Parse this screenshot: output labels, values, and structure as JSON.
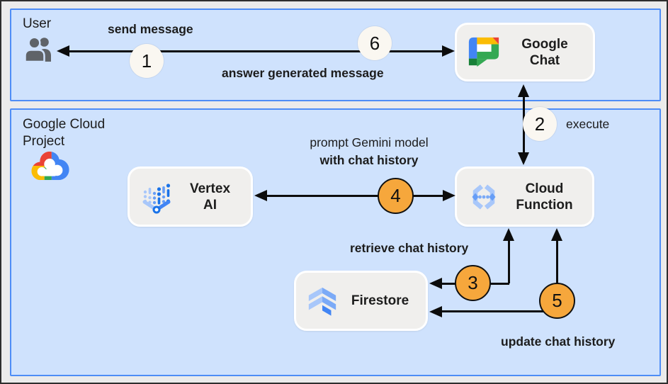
{
  "diagram": {
    "zones": {
      "user": {
        "label": "User"
      },
      "gcp": {
        "line1": "Google Cloud",
        "line2": "Project"
      }
    },
    "nodes": {
      "google_chat": {
        "line1": "Google",
        "line2": "Chat"
      },
      "vertex_ai": {
        "line1": "Vertex",
        "line2": "AI"
      },
      "cloud_function": {
        "line1": "Cloud",
        "line2": "Function"
      },
      "firestore": {
        "label": "Firestore"
      }
    },
    "steps": {
      "s1": {
        "num": "1",
        "label": "send message"
      },
      "s2": {
        "num": "2",
        "label": "execute"
      },
      "s3": {
        "num": "3",
        "label": "retrieve chat history"
      },
      "s4": {
        "num": "4",
        "label_line1": "prompt Gemini model",
        "label_line2": "with chat history"
      },
      "s5": {
        "num": "5",
        "label": "update chat history"
      },
      "s6": {
        "num": "6",
        "label": "answer generated message"
      }
    },
    "icons": {
      "user": "group-people-icon",
      "gcp": "google-cloud-logo",
      "google_chat": "google-chat-logo",
      "vertex_ai": "vertex-ai-icon",
      "cloud_function": "cloud-functions-icon",
      "firestore": "firestore-icon"
    },
    "colors": {
      "zone_fill": "#cfe2fd",
      "zone_border": "#4e8df6",
      "node_fill": "#f0efed",
      "node_border": "#ffffff",
      "badge_cream": "#faf7f1",
      "badge_orange": "#f6a73c",
      "arrow": "#0c0c0c",
      "text": "#1c1c1c",
      "frame_bg": "#ebebeb",
      "frame_border": "#2e2e2e"
    }
  }
}
